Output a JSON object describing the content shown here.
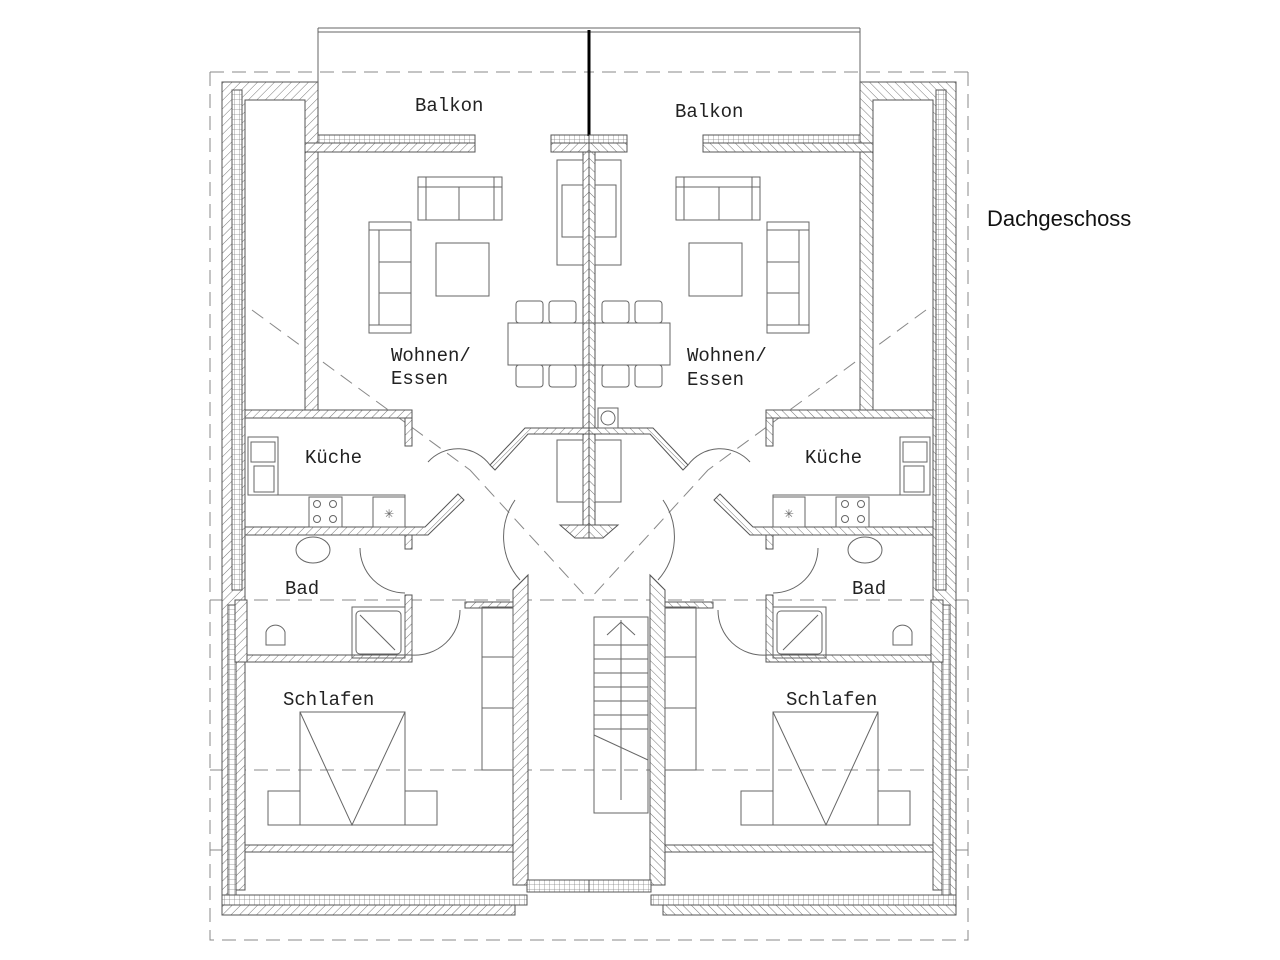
{
  "title": "Dachgeschoss",
  "rooms": {
    "balkon_left": "Balkon",
    "balkon_right": "Balkon",
    "wohnen_left": {
      "line1": "Wohnen/",
      "line2": "Essen"
    },
    "wohnen_right": {
      "line1": "Wohnen/",
      "line2": "Essen"
    },
    "kueche_left": "Küche",
    "kueche_right": "Küche",
    "bad_left": "Bad",
    "bad_right": "Bad",
    "schlafen_left": "Schlafen",
    "schlafen_right": "Schlafen"
  }
}
